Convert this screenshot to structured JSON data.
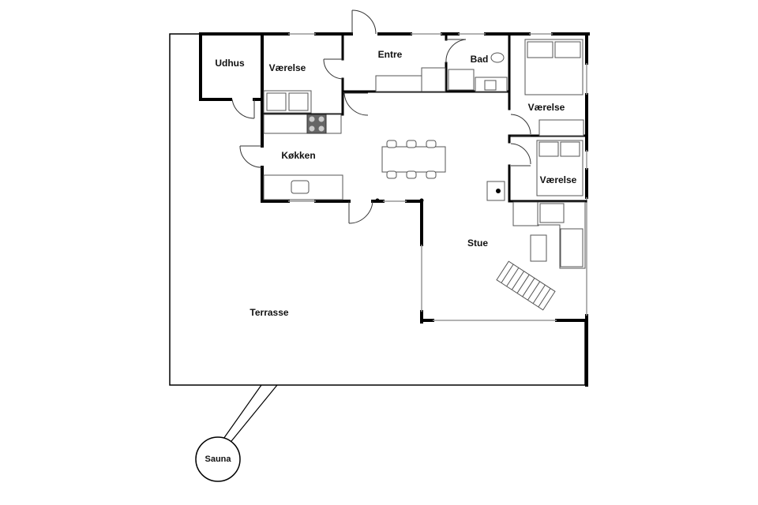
{
  "floor_plan": {
    "rooms": [
      {
        "key": "udhus",
        "label": "Udhus"
      },
      {
        "key": "vaerelse-1",
        "label": "Værelse"
      },
      {
        "key": "entre",
        "label": "Entre"
      },
      {
        "key": "bad",
        "label": "Bad"
      },
      {
        "key": "vaerelse-2",
        "label": "Værelse"
      },
      {
        "key": "vaerelse-3",
        "label": "Værelse"
      },
      {
        "key": "kokken",
        "label": "Køkken"
      },
      {
        "key": "stue",
        "label": "Stue"
      },
      {
        "key": "terrasse",
        "label": "Terrasse"
      },
      {
        "key": "sauna",
        "label": "Sauna"
      }
    ]
  },
  "colors": {
    "wall": "#000000",
    "line": "#333333",
    "fill": "#ffffff",
    "furniture": "#555555",
    "stove": "#666666",
    "window": "#999999"
  }
}
